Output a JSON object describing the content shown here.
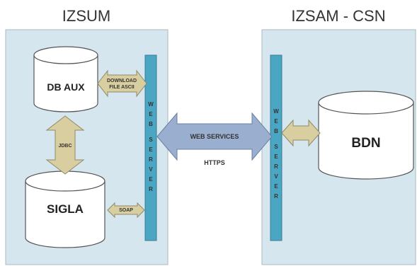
{
  "zones": {
    "left_title": "IZSUM",
    "right_title": "IZSAM - CSN"
  },
  "databases": {
    "db_aux": "DB AUX",
    "sigla": "SIGLA",
    "bdn": "BDN"
  },
  "connections": {
    "download_line1": "DOWNLOAD",
    "download_line2": "FILE ASCII",
    "jdbc": "JDBC",
    "soap": "SOAP",
    "web_services": "WEB SERVICES",
    "https": "HTTPS"
  },
  "web_server_letters": [
    "W",
    "E",
    "B",
    "S",
    "E",
    "R",
    "V",
    "E",
    "R"
  ],
  "colors": {
    "zone_fill": "#d6e6ee",
    "zone_stroke": "#a9b8c0",
    "server_fill": "#4aa6c2",
    "arrow_tan": "#d9cea0",
    "arrow_blue": "#9aafd0"
  }
}
